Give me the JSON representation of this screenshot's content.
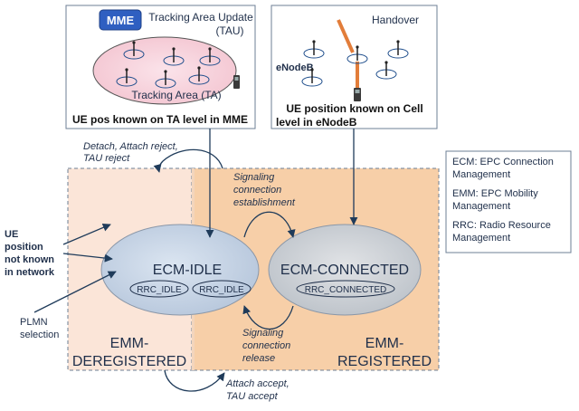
{
  "mme_box": {
    "badge": "MME",
    "title_line1": "Tracking Area Update",
    "title_line2": "(TAU)",
    "area_label": "Tracking Area (TA)",
    "caption": "UE pos known on TA level in MME"
  },
  "enodeb_box": {
    "title": "Handover",
    "enodeb_label": "eNodeB",
    "caption_line1": "UE position known on Cell",
    "caption_line2": "level in eNodeB"
  },
  "legend": {
    "ecm_line1": "ECM: EPC Connection",
    "ecm_line2": "Management",
    "emm_line1": "EMM: EPC Mobility",
    "emm_line2": "Management",
    "rrc_line1": "RRC: Radio Resource",
    "rrc_line2": "Management"
  },
  "states": {
    "ecm_idle": "ECM-IDLE",
    "ecm_connected": "ECM-CONNECTED",
    "rrc_idle_left": "RRC_IDLE",
    "rrc_idle_right": "RRC_IDLE",
    "rrc_connected": "RRC_CONNECTED",
    "emm_deregistered_line1": "EMM-",
    "emm_deregistered_line2": "DEREGISTERED",
    "emm_registered_line1": "EMM-",
    "emm_registered_line2": "REGISTERED"
  },
  "annotations": {
    "detach_line1": "Detach, Attach reject,",
    "detach_line2": "TAU reject",
    "sig_est_line1": "Signaling",
    "sig_est_line2": "connection",
    "sig_est_line3": "establishment",
    "sig_rel_line1": "Signaling",
    "sig_rel_line2": "connection",
    "sig_rel_line3": "release",
    "attach_line1": "Attach accept,",
    "attach_line2": "TAU accept",
    "ue_pos_line1": "UE",
    "ue_pos_line2": "position",
    "ue_pos_line3": "not known",
    "ue_pos_line4": "in network",
    "plmn_line1": "PLMN",
    "plmn_line2": "selection"
  },
  "colors": {
    "dereg_fill": "#fbe5d8",
    "reg_fill": "#f8d3b2",
    "ellipse_fill": "#c8d3df",
    "idle_fill": "#c9d8ea",
    "arrow": "#1f3b5a",
    "text_dark": "#1f2f4a",
    "mme_badge": "#2f5fc1"
  }
}
